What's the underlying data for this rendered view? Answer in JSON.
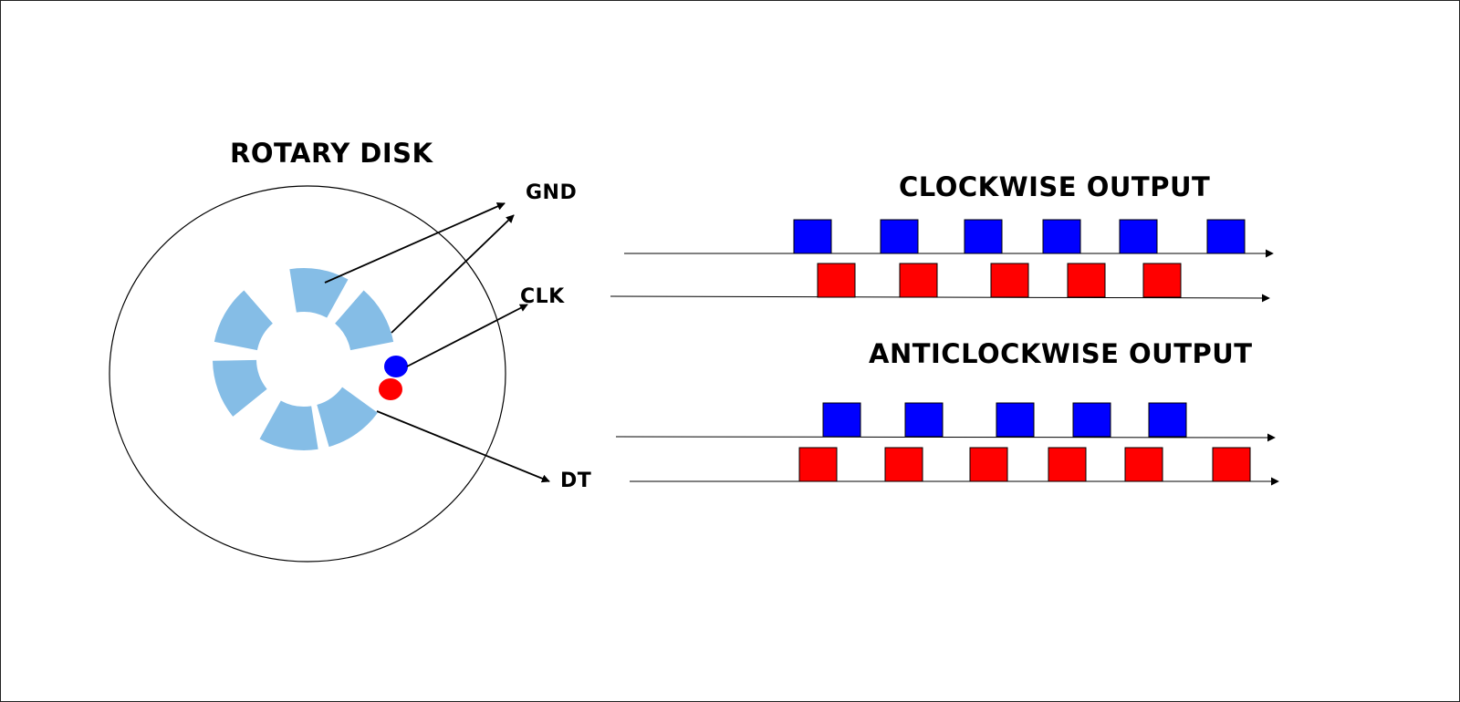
{
  "titles": {
    "rotary_disk": "ROTARY DISK",
    "clockwise": "CLOCKWISE OUTPUT",
    "anticlockwise": "ANTICLOCKWISE OUTPUT"
  },
  "pins": {
    "gnd": "GND",
    "clk": "CLK",
    "dt": "DT"
  },
  "colors": {
    "disk_segment": "#85bde6",
    "clk_signal": "#0000ff",
    "dt_signal": "#ff0000",
    "line": "#000000"
  },
  "disk": {
    "segment_count": 6
  },
  "waveforms": {
    "clockwise": {
      "clk_pulses": 6,
      "dt_pulses": 5,
      "phase": "CLK leads DT"
    },
    "anticlockwise": {
      "clk_pulses": 5,
      "dt_pulses": 6,
      "phase": "DT leads CLK"
    }
  }
}
